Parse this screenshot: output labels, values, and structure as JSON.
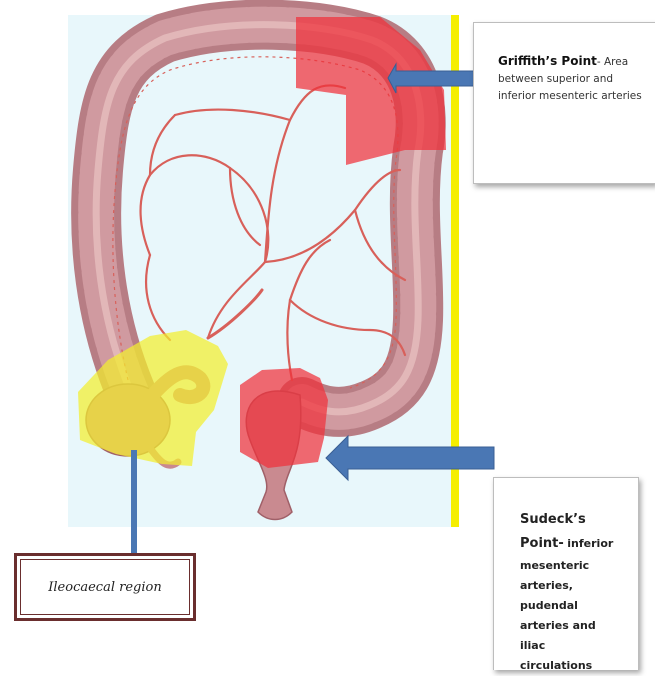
{
  "labels": {
    "griffith": {
      "title": "Griffith’s Point",
      "desc_1": "- Area",
      "desc_2": "between superior and",
      "desc_3": "inferior mesenteric arteries"
    },
    "sudeck": {
      "title_1": "Sudeck’s",
      "title_2": "Point-",
      "desc_1": "inferior",
      "desc_2": "mesenteric",
      "desc_3": "arteries,",
      "desc_4": "pudendal",
      "desc_5": "arteries and",
      "desc_6": "iliac",
      "desc_7": "circulations"
    },
    "ileocaecal": "Ileocaecal region"
  },
  "colors": {
    "panel_background": "#e8f7fb",
    "yellow_border": "#f5ee00",
    "colon": "#c9898f",
    "vessel": "#d8605a",
    "highlight_red": "#f0303a",
    "highlight_yellow": "#f2ee2e",
    "arrow_blue": "#4a77b4",
    "box_border": "#6a2e2e"
  }
}
